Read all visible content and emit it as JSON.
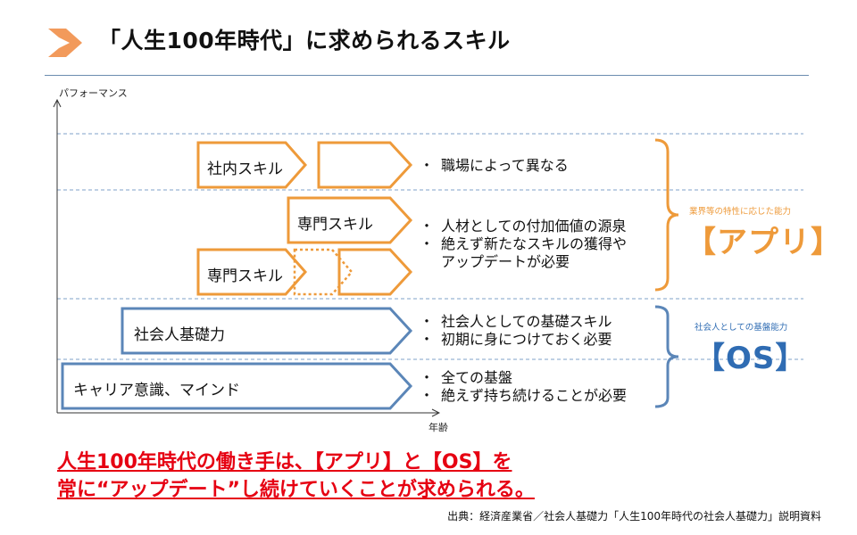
{
  "header": {
    "title": "「人生100年時代」に求められるスキル"
  },
  "axes": {
    "y_label": "パフォーマンス",
    "x_label": "年齢"
  },
  "bars": {
    "shanai": "社内スキル",
    "senmon_upper": "専門スキル",
    "senmon_lower": "専門スキル",
    "shakaijin": "社会人基礎力",
    "career": "キャリア意識、マインド"
  },
  "bullets": {
    "row1": [
      "職場によって異なる"
    ],
    "row2": [
      "人材としての付加価値の源泉",
      "絶えず新たなスキルの獲得や",
      "アップデートが必要"
    ],
    "row3": [
      "社会人としての基礎スキル",
      "初期に身につけておく必要"
    ],
    "row4": [
      "全ての基盤",
      "絶えず持ち続けることが必要"
    ],
    "bullet_mark": "・"
  },
  "categories": {
    "app_small": "業界等の特性に応じた能力",
    "app_big": "【アプリ】",
    "os_small": "社会人としての基盤能力",
    "os_big": "【OS】"
  },
  "conclusion": {
    "line1": "人生100年時代の働き手は、【アプリ】と【OS】を",
    "line2": "常に“アップデート”し続けていくことが求められる。"
  },
  "source": "出典：経済産業省／社会人基礎力「人生100年時代の社会人基礎力」説明資料",
  "colors": {
    "orange": "#ee9a3a",
    "blue": "#5b86b8",
    "os_text": "#2f6cb3",
    "red": "#e60012",
    "dashed": "#7fa0c8",
    "logo": "#f29a5b"
  }
}
